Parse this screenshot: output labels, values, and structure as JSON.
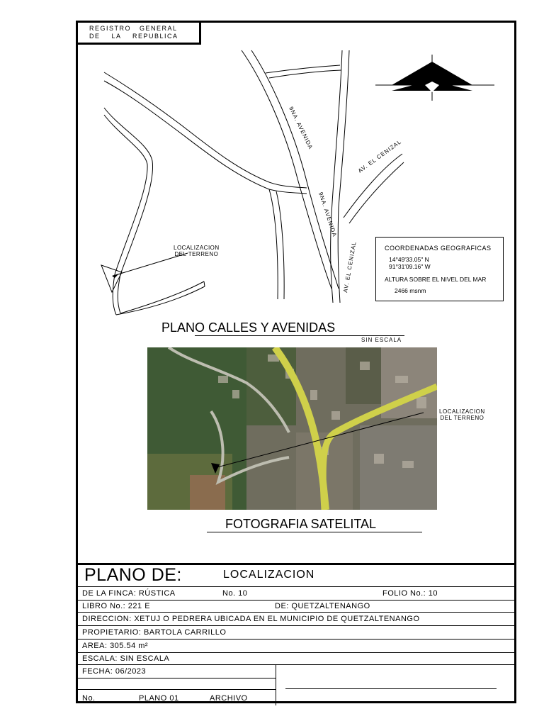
{
  "registry": {
    "line1": "REGISTRO   GENERAL",
    "line2": "DE    LA    REPUBLICA"
  },
  "map": {
    "streets": {
      "ave9_a": "9NA. AVENIDA",
      "ave9_b": "9NA. AVENIDA",
      "cenizal_a": "AV. EL CENIZAL",
      "cenizal_b": "AV. EL CENIZAL"
    },
    "location_label": {
      "line1": "LOCALIZACION",
      "line2": "DEL TERRENO"
    }
  },
  "coordinates": {
    "title": "COORDENADAS GEOGRAFICAS",
    "lat": "14°49'33.05\" N",
    "lon": "91°31'09.16\" W",
    "altitude_label": "ALTURA SOBRE EL NIVEL DEL MAR",
    "altitude_value": "2466 msnm"
  },
  "street_plan": {
    "title": "PLANO CALLES Y AVENIDAS",
    "scale": "SIN ESCALA"
  },
  "satellite": {
    "title": "FOTOGRAFIA SATELITAL",
    "location_label": {
      "line1": "LOCALIZACION",
      "line2": "DEL TERRENO"
    }
  },
  "title_block": {
    "plano_label": "PLANO DE:",
    "plano_value": "LOCALIZACION",
    "finca": "DE LA FINCA: RÚSTICA",
    "no": "No. 10",
    "folio": "FOLIO No.: 10",
    "libro": "LIBRO No.: 221 E",
    "de": "DE: QUETZALTENANGO",
    "direccion": "DIRECCION: XETUJ O PEDRERA UBICADA EN EL MUNICIPIO DE QUETZALTENANGO",
    "propietario": "PROPIETARIO: BARTOLA CARRILLO",
    "area": "AREA: 305.54 m²",
    "escala": "ESCALA: SIN ESCALA",
    "fecha": "FECHA: 06/2023",
    "no_label": "No.",
    "plano_num": "PLANO 01",
    "archivo": "ARCHIVO"
  }
}
